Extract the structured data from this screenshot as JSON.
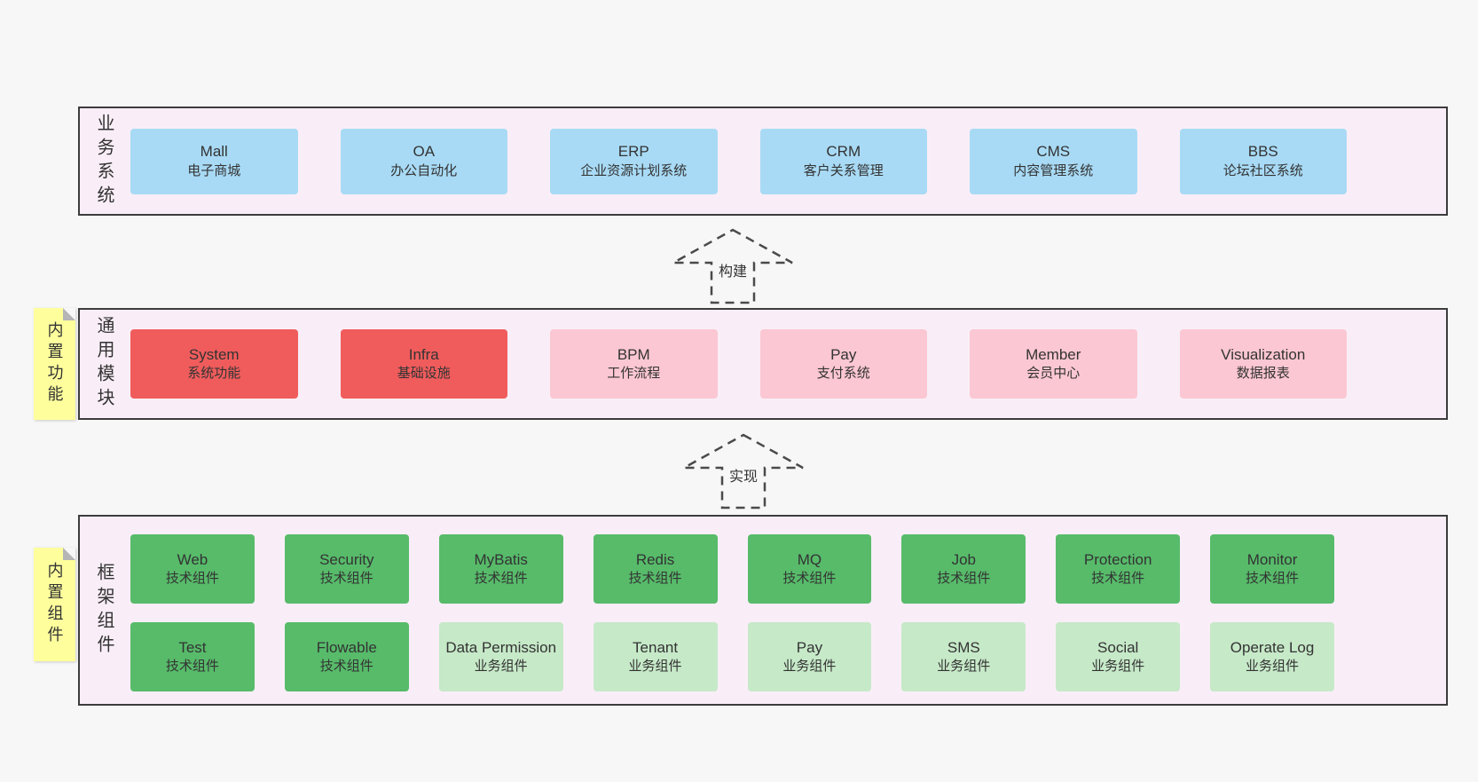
{
  "bands": {
    "business": {
      "label": "业务系统",
      "boxes": [
        {
          "title": "Mall",
          "subtitle": "电子商城"
        },
        {
          "title": "OA",
          "subtitle": "办公自动化"
        },
        {
          "title": "ERP",
          "subtitle": "企业资源计划系统"
        },
        {
          "title": "CRM",
          "subtitle": "客户关系管理"
        },
        {
          "title": "CMS",
          "subtitle": "内容管理系统"
        },
        {
          "title": "BBS",
          "subtitle": "论坛社区系统"
        }
      ]
    },
    "modules": {
      "label": "通用模块",
      "sticky": "内置功能",
      "boxes": [
        {
          "title": "System",
          "subtitle": "系统功能"
        },
        {
          "title": "Infra",
          "subtitle": "基础设施"
        },
        {
          "title": "BPM",
          "subtitle": "工作流程"
        },
        {
          "title": "Pay",
          "subtitle": "支付系统"
        },
        {
          "title": "Member",
          "subtitle": "会员中心"
        },
        {
          "title": "Visualization",
          "subtitle": "数据报表"
        }
      ]
    },
    "components": {
      "label": "框架组件",
      "sticky": "内置组件",
      "rows": [
        [
          {
            "title": "Web",
            "subtitle": "技术组件"
          },
          {
            "title": "Security",
            "subtitle": "技术组件"
          },
          {
            "title": "MyBatis",
            "subtitle": "技术组件"
          },
          {
            "title": "Redis",
            "subtitle": "技术组件"
          },
          {
            "title": "MQ",
            "subtitle": "技术组件"
          },
          {
            "title": "Job",
            "subtitle": "技术组件"
          },
          {
            "title": "Protection",
            "subtitle": "技术组件"
          },
          {
            "title": "Monitor",
            "subtitle": "技术组件"
          }
        ],
        [
          {
            "title": "Test",
            "subtitle": "技术组件"
          },
          {
            "title": "Flowable",
            "subtitle": "技术组件"
          },
          {
            "title": "Data Permission",
            "subtitle": "业务组件"
          },
          {
            "title": "Tenant",
            "subtitle": "业务组件"
          },
          {
            "title": "Pay",
            "subtitle": "业务组件"
          },
          {
            "title": "SMS",
            "subtitle": "业务组件"
          },
          {
            "title": "Social",
            "subtitle": "业务组件"
          },
          {
            "title": "Operate Log",
            "subtitle": "业务组件"
          }
        ]
      ]
    }
  },
  "arrows": {
    "build": "构建",
    "implement": "实现"
  },
  "colors": {
    "page_bg": "#f7f7f7",
    "band_bg": "#f9eef7",
    "band_border": "#3d3d3d",
    "box_blue": "#a8daf5",
    "box_red": "#f05c5c",
    "box_pink": "#fbc7d2",
    "box_green": "#57bb6a",
    "box_light_green": "#c6e9c8",
    "sticky_yellow": "#feff9c",
    "text": "#333333"
  }
}
